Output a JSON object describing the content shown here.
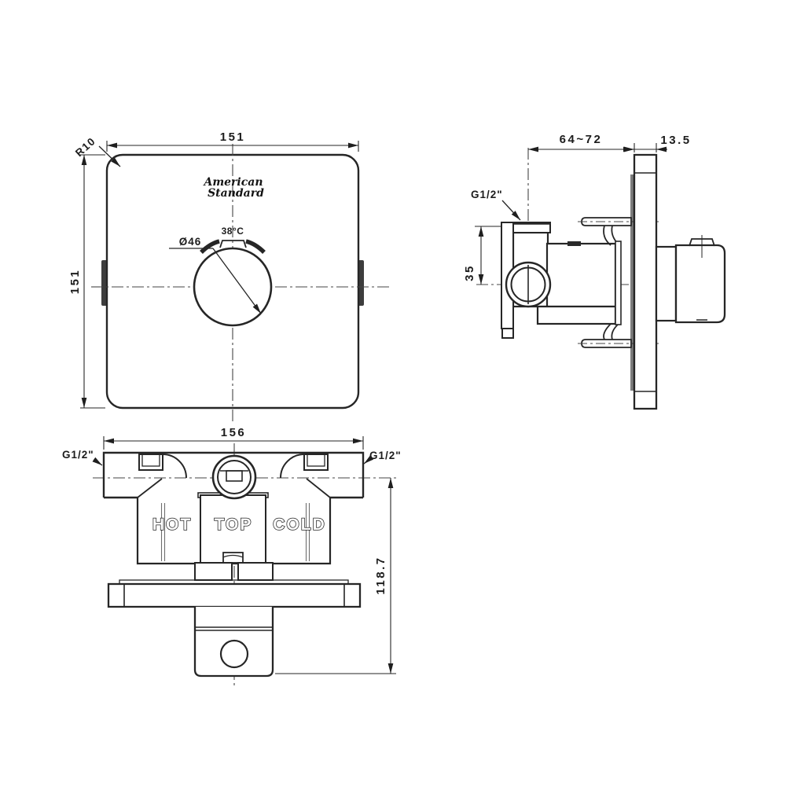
{
  "drawing": {
    "brand": {
      "line1": "American",
      "line2": "Standard"
    },
    "front_view": {
      "width_dim": "151",
      "height_dim": "151",
      "corner_radius": "R10",
      "knob_diameter": "Ø46",
      "temperature_label": "38°C"
    },
    "side_view": {
      "depth_range_dim": "64~72",
      "plate_thickness_dim": "13.5",
      "inlet_thread_label": "G1/2\"",
      "inlet_offset_dim": "35"
    },
    "bottom_view": {
      "width_dim": "156",
      "left_thread_label": "G1/2\"",
      "right_thread_label": "G1/2\"",
      "hot_label": "HOT",
      "top_label": "TOP",
      "cold_label": "COLD",
      "total_depth_dim": "118.7"
    }
  }
}
